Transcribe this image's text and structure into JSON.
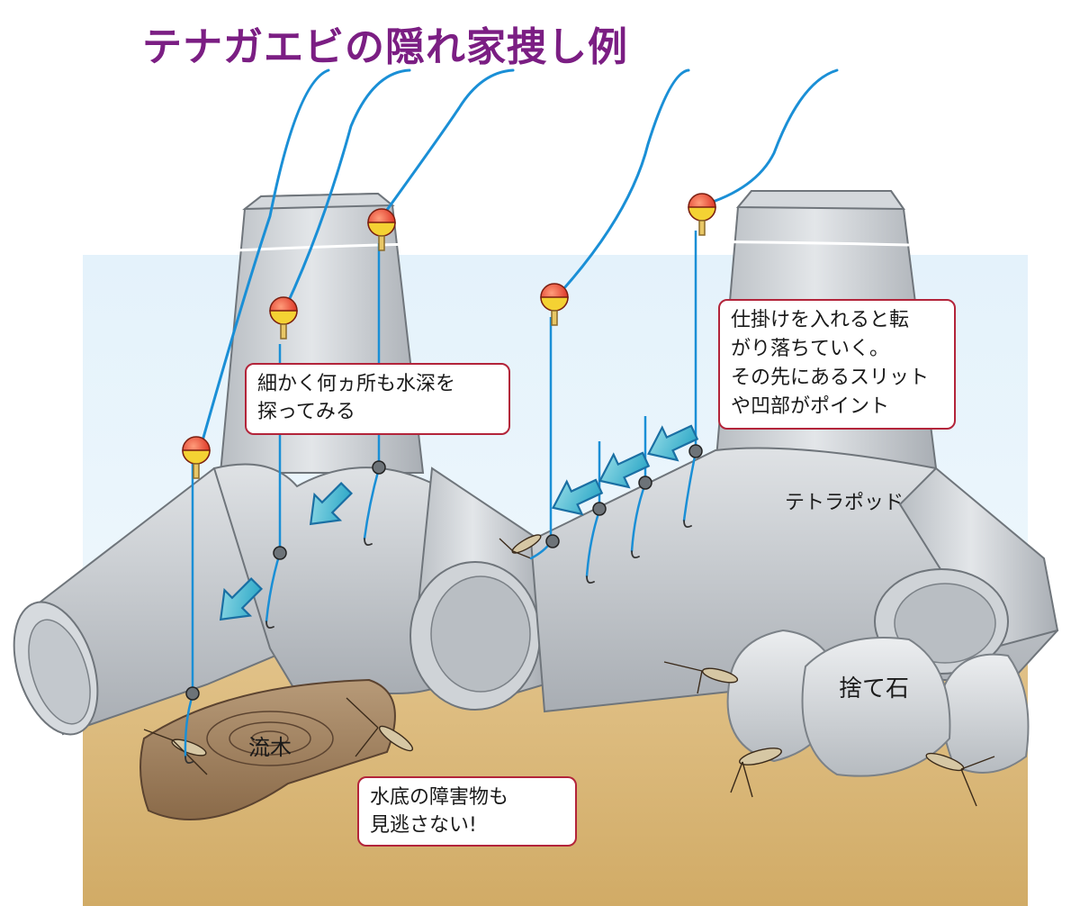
{
  "title": "テナガエビの隠れ家捜し例",
  "callouts": {
    "left": {
      "line1": "細かく何ヵ所も水深を",
      "line2": "探ってみる"
    },
    "right": {
      "line1": "仕掛けを入れると転",
      "line2": "がり落ちていく。",
      "line3": "その先にあるスリット",
      "line4": "や凹部がポイント"
    },
    "bottom": {
      "line1": "水底の障害物も",
      "line2": "見逃さない!"
    }
  },
  "labels": {
    "tetrapod": "テトラポッド",
    "driftwood": "流木",
    "stones": "捨て石"
  },
  "colors": {
    "title": "#7b1e83",
    "water": "#e6f3fb",
    "seabed": "#d9b77a",
    "concrete": "#c9cdd1",
    "line": "#1a8fd6",
    "arrow": "#2bb4c8",
    "callout_border": "#b3243a",
    "float_top": "#e8402b",
    "float_bottom": "#f6d733"
  },
  "icons": [
    "float-icon",
    "sinker-icon",
    "hook-icon",
    "arrow-icon",
    "shrimp-icon"
  ]
}
